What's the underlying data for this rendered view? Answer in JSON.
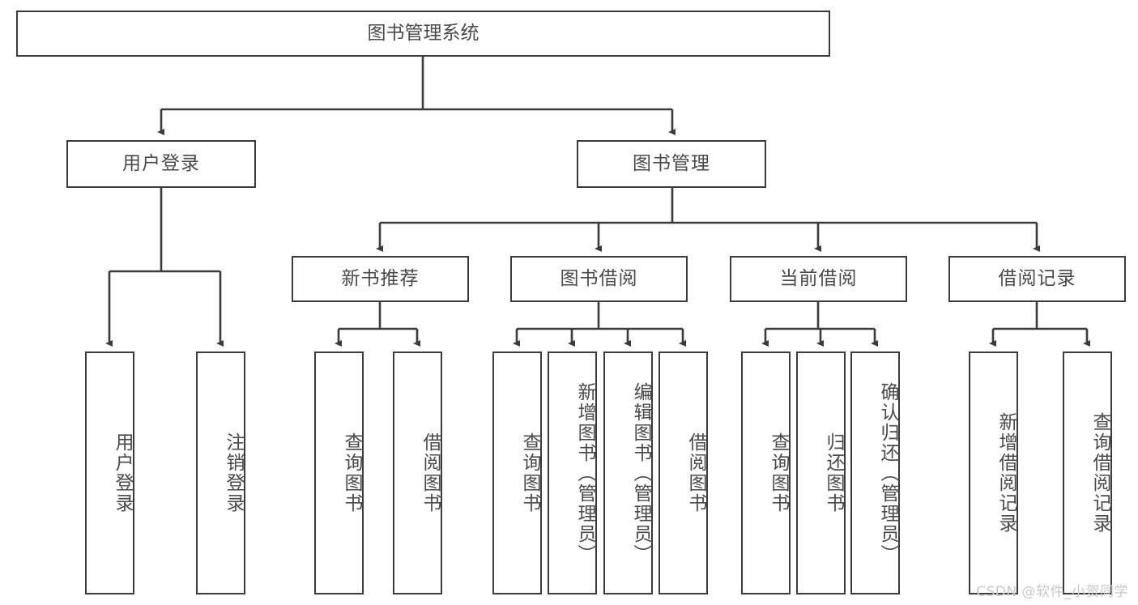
{
  "diagram": {
    "title": "图书管理系统",
    "watermark": "CSDN @软件_小贺同学",
    "line_color": "#3b3b3b",
    "text_color": "#4a4a4a",
    "background": "#ffffff",
    "root": {
      "label": "图书管理系统"
    },
    "level2": [
      {
        "id": "user-login",
        "label": "用户登录"
      },
      {
        "id": "book-manage",
        "label": "图书管理"
      }
    ],
    "level3": [
      {
        "id": "new-book-recommend",
        "label": "新书推荐"
      },
      {
        "id": "book-borrow",
        "label": "图书借阅"
      },
      {
        "id": "current-borrow",
        "label": "当前借阅"
      },
      {
        "id": "borrow-record",
        "label": "借阅记录"
      }
    ],
    "leaves": [
      {
        "id": "leaf-user-login",
        "label": "用户登录",
        "parent": "user-login"
      },
      {
        "id": "leaf-logout-login",
        "label": "注销登录",
        "parent": "user-login"
      },
      {
        "id": "leaf-query-book-1",
        "label": "查询图书",
        "parent": "new-book-recommend"
      },
      {
        "id": "leaf-borrow-book-1",
        "label": "借阅图书",
        "parent": "new-book-recommend"
      },
      {
        "id": "leaf-query-book-2",
        "label": "查询图书",
        "parent": "book-borrow"
      },
      {
        "id": "leaf-add-book",
        "label": "新增图书（管理员）",
        "parent": "book-borrow"
      },
      {
        "id": "leaf-edit-book",
        "label": "编辑图书（管理员）",
        "parent": "book-borrow"
      },
      {
        "id": "leaf-borrow-book-2",
        "label": "借阅图书",
        "parent": "book-borrow"
      },
      {
        "id": "leaf-query-book-3",
        "label": "查询图书",
        "parent": "current-borrow"
      },
      {
        "id": "leaf-return-book",
        "label": "归还图书",
        "parent": "current-borrow"
      },
      {
        "id": "leaf-confirm-return",
        "label": "确认归还（管理员）",
        "parent": "current-borrow"
      },
      {
        "id": "leaf-add-record",
        "label": "新增借阅记录",
        "parent": "borrow-record"
      },
      {
        "id": "leaf-query-record",
        "label": "查询借阅记录",
        "parent": "borrow-record"
      }
    ]
  }
}
